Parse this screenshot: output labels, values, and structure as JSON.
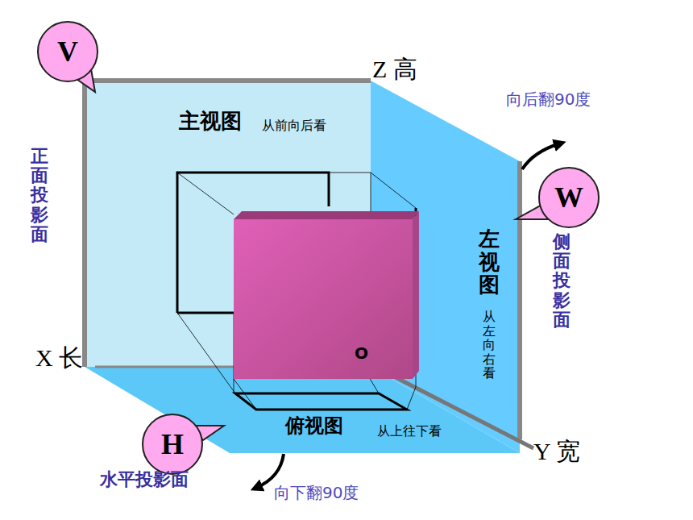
{
  "diagram": {
    "nodes": [
      {
        "text": [
          "V"
        ]
      },
      {
        "text": [
          "W"
        ]
      },
      {
        "text": [
          "H"
        ]
      }
    ],
    "labels": [
      "Z 高",
      "主视图",
      "从前向后看",
      "正面投影面",
      "向后翻90度",
      "左视图",
      "从左向右看",
      "侧面投影面",
      "X 长",
      "O",
      "Y 宽",
      "俯视图",
      "从上往下看",
      "水平投影面",
      "向下翻90度"
    ]
  }
}
